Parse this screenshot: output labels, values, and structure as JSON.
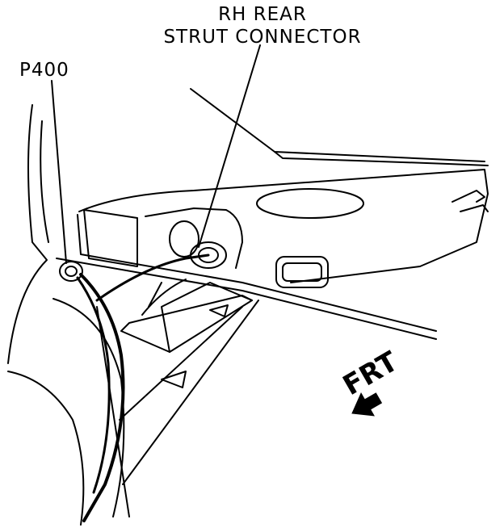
{
  "labels": {
    "strut_connector_line1": "RH REAR",
    "strut_connector_line2": "STRUT CONNECTOR",
    "p400": "P400",
    "front_direction": "FRT"
  },
  "colors": {
    "ink": "#000000",
    "paper": "#ffffff"
  },
  "icons": {
    "direction_arrow": "front-arrow-icon"
  }
}
